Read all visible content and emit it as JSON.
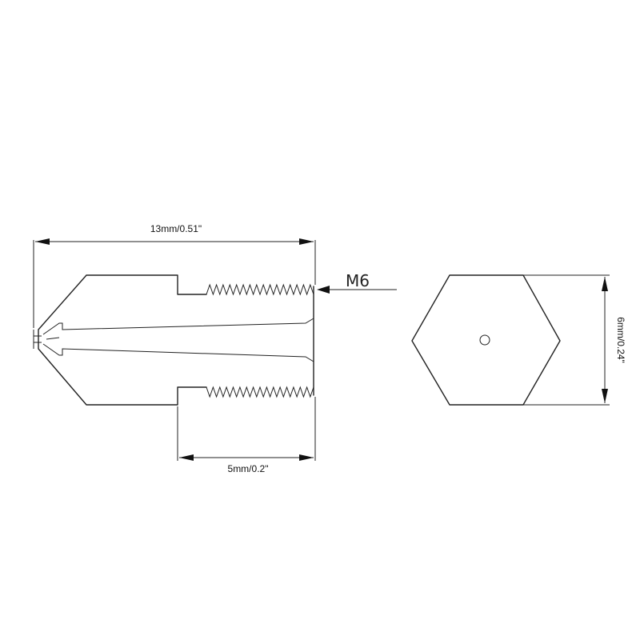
{
  "drawing": {
    "length_label": "13mm/0.51\"",
    "thread_length_label": "5mm/0.2\"",
    "hex_size_label": "6mm/0.24\"",
    "thread_label": "M6"
  },
  "colors": {
    "line": "#222222",
    "background": "#ffffff"
  }
}
